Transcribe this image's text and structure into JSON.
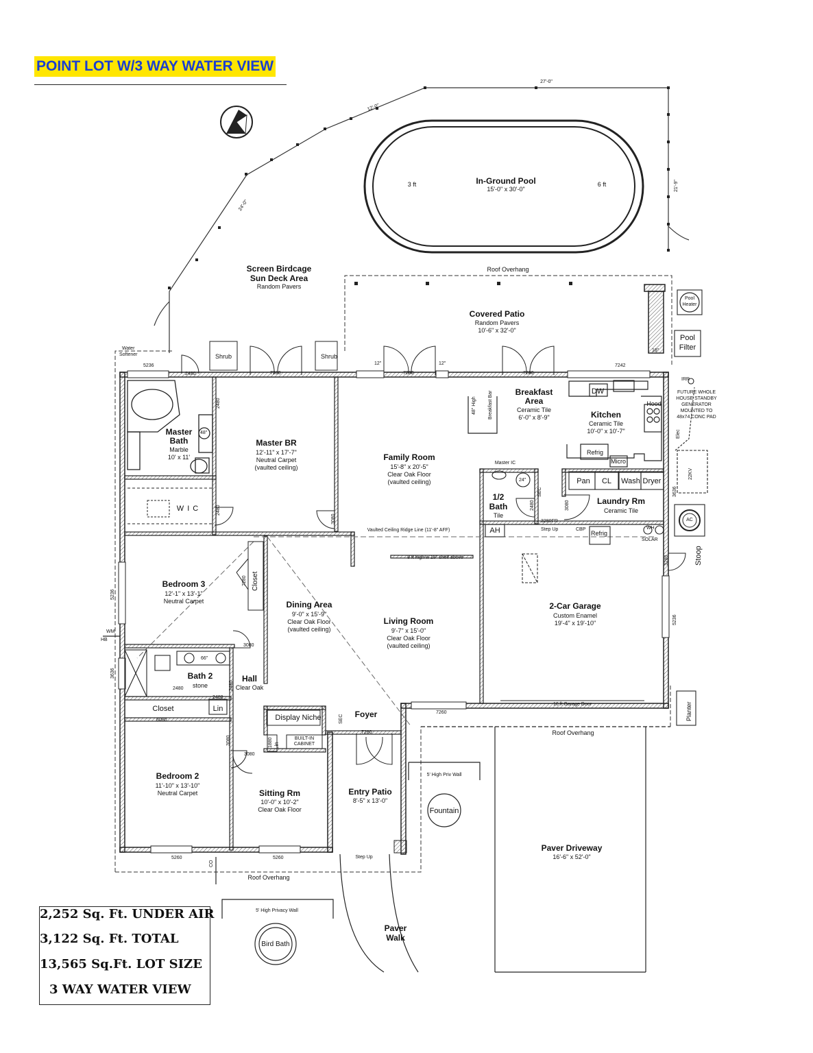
{
  "title": "POINT LOT W/3 WAY WATER VIEW",
  "colors": {
    "title_bg": "#ffe600",
    "title_text": "#1a3fd1",
    "line": "#222222"
  },
  "stats": [
    "2,252  Sq. Ft.  UNDER AIR",
    "3,122  Sq. Ft.  TOTAL",
    "13,565 Sq.Ft.  LOT SIZE",
    "3 WAY WATER VIEW"
  ],
  "icons": [
    "north-arrow-icon",
    "ac-unit-icon",
    "pool-heater-icon"
  ],
  "rooms": {
    "pool": {
      "title": "In-Ground Pool",
      "sub": [
        "15'-0\" x 30'-0\""
      ],
      "left_depth": "3 ft",
      "right_depth": "6 ft"
    },
    "birdcage": {
      "title": "Screen Birdcage",
      "title2": "Sun Deck Area",
      "sub": [
        "Random Pavers"
      ]
    },
    "patio": {
      "title": "Covered Patio",
      "sub": [
        "Random Pavers",
        "10'-6\" x 32'-0\""
      ]
    },
    "breakfast": {
      "title": "Breakfast",
      "title2": "Area",
      "sub": [
        "Ceramic Tile",
        "6'-0\" x 8'-9\""
      ]
    },
    "kitchen": {
      "title": "Kitchen",
      "sub": [
        "Ceramic Tile",
        "10'-0\" x 10'-7\""
      ]
    },
    "master_bath": {
      "title": "Master",
      "title2": "Bath",
      "sub": [
        "Marble",
        "10' x 11'"
      ]
    },
    "master_br": {
      "title": "Master BR",
      "sub": [
        "12'-11\" x 17'-7\"",
        "Neutral Carpet",
        "(vaulted ceiling)"
      ]
    },
    "family": {
      "title": "Family Room",
      "sub": [
        "15'-8\" x 20'-5\"",
        "Clear Oak Floor",
        "(vaulted ceiling)"
      ]
    },
    "half_bath": {
      "title": "1/2",
      "title2": "Bath",
      "sub": [
        "Tile"
      ]
    },
    "laundry": {
      "title": "Laundry Rm",
      "sub": [
        "Ceramic Tile"
      ]
    },
    "bedroom3": {
      "title": "Bedroom 3",
      "sub": [
        "12'-1\" x 13'-1\"",
        "Neutral Carpet"
      ]
    },
    "dining": {
      "title": "Dining Area",
      "sub": [
        "9'-0\" x 15'-9\"",
        "Clear Oak Floor",
        "(vaulted ceiling)"
      ]
    },
    "living": {
      "title": "Living Room",
      "sub": [
        "9'-7\" x 15'-0\"",
        "Clear Oak Floor",
        "(vaulted ceiling)"
      ]
    },
    "garage": {
      "title": "2-Car Garage",
      "sub": [
        "Custom Enamel",
        "19'-4\" x 19'-10\""
      ]
    },
    "bath2": {
      "title": "Bath 2",
      "sub": [
        "stone"
      ]
    },
    "hall": {
      "title": "Hall",
      "sub": [
        "Clear Oak"
      ]
    },
    "foyer": {
      "title": "Foyer"
    },
    "bedroom2": {
      "title": "Bedroom 2",
      "sub": [
        "11'-10\" x 13'-10\"",
        "Neutral Carpet"
      ]
    },
    "sitting": {
      "title": "Sitting Rm",
      "sub": [
        "10'-0\" x 10'-2\"",
        "Clear Oak Floor"
      ]
    },
    "entry_patio": {
      "title": "Entry Patio",
      "sub": [
        "8'-5\" x 13'-0\""
      ]
    },
    "driveway": {
      "title": "Paver Driveway",
      "sub": [
        "16'-6\" x 52'-0\""
      ]
    },
    "paver_walk": {
      "title": "Paver",
      "title2": "Walk"
    }
  },
  "labels": {
    "roof_overhang": "Roof Overhang",
    "water_softener": "Water",
    "water_softener2": "Softener",
    "shrub": "Shrub",
    "pool_filter": "Pool",
    "pool_filter2": "Filter",
    "pool_heater": "Pool",
    "pool_heater2": "Heater",
    "generator": [
      "FUTURE WHOLE",
      "HOUSE STANDBY",
      "GENERATOR",
      "MOUNTED TO",
      "48x74 CONC PAD"
    ],
    "generator_kv": "22KV",
    "ac": "AC",
    "stoop": "Stoop",
    "planter": "Planter",
    "wic": "W I C",
    "closet": "Closet",
    "lin": "Lin",
    "display_niche": "Display Niche",
    "builtin": "BUILT-IN",
    "builtin2": "CABINET",
    "fountain": "Fountain",
    "bird_bath": "Bird Bath",
    "priv_wall_5": "5' High Priv Wall",
    "privacy_wall_5": "5' High Privacy Wall",
    "garage_door": "16 ft Garage Door",
    "step_up": "Step Up",
    "vault_ridge": "Vaulted Ceiling Ridge Line (11'-8\" AFF)",
    "shelf": "8 ft high w 18\" shelf above",
    "breakfast_bar": "Breakfast Bar",
    "bar_high": "48\" High",
    "master_ic": "Master IC",
    "refrig": "Refrig",
    "micro": "Micro",
    "dw": "DW",
    "hood": "Hood",
    "pan": "Pan",
    "cl": "CL",
    "wash": "Wash",
    "dryer": "Dryer",
    "ah": "AH",
    "cbp": "CBP",
    "wh": "WH",
    "solar": "SOLAR",
    "sec": "SEC",
    "elec": "Elec",
    "irr": "IRR",
    "wm": "WM",
    "hb": "HB",
    "co": "CO",
    "shower_48": "48\"",
    "sink_24": "24\"",
    "vanity_66": "66\"",
    "sz_12": "12\"",
    "sz_18": "18\""
  },
  "dimensions": {
    "top_27": "27'-0\"",
    "top_12": "12'-0\"",
    "diag_24": "24'-0\"",
    "right_21": "21'-9\"",
    "d5236": "5236",
    "d2480": "2480",
    "d7280": "7280",
    "d7242": "7242",
    "d3080": "3080",
    "d3280fr": "3280FR",
    "d3280": "3280",
    "d6080": "6080",
    "d7260": "7260",
    "d5260": "5260",
    "d1880": "1880",
    "d3636": "3636",
    "d3636b": "3636"
  }
}
